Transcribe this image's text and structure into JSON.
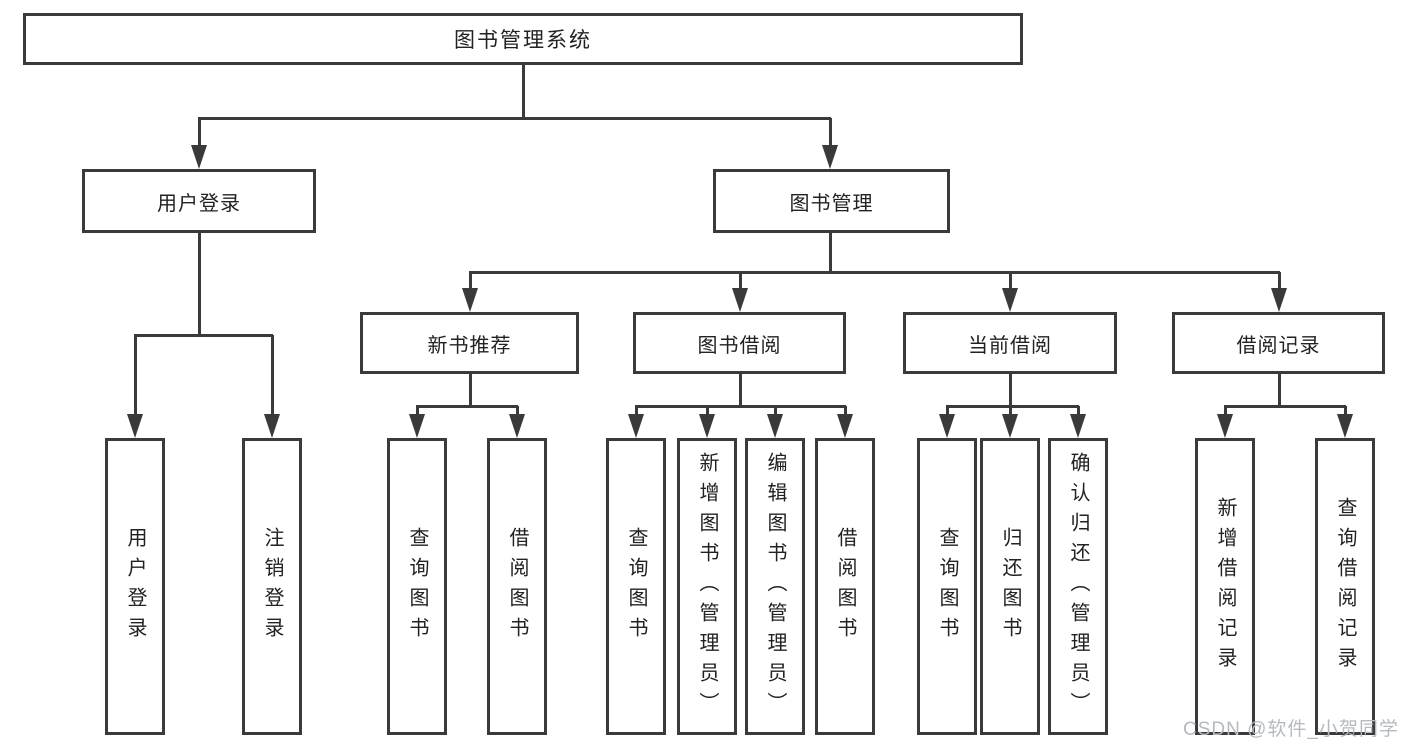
{
  "diagram": {
    "root_label": "图书管理系统",
    "level2": {
      "login": "用户登录",
      "books": "图书管理"
    },
    "level3": {
      "recommend": "新书推荐",
      "borrow": "图书借阅",
      "current": "当前借阅",
      "records": "借阅记录"
    },
    "leaves": {
      "login": [
        "用户登录",
        "注销登录"
      ],
      "recommend": [
        "查询图书",
        "借阅图书"
      ],
      "borrow": [
        "查询图书",
        "新增图书（管理员）",
        "编辑图书（管理员）",
        "借阅图书"
      ],
      "current": [
        "查询图书",
        "归还图书",
        "确认归还（管理员）"
      ],
      "records": [
        "新增借阅记录",
        "查询借阅记录"
      ]
    }
  },
  "watermark": "CSDN @软件_小贺同学",
  "colors": {
    "line": "#3a3a3a",
    "text": "#222222",
    "watermark": "#b5bac0",
    "background": "#ffffff"
  }
}
